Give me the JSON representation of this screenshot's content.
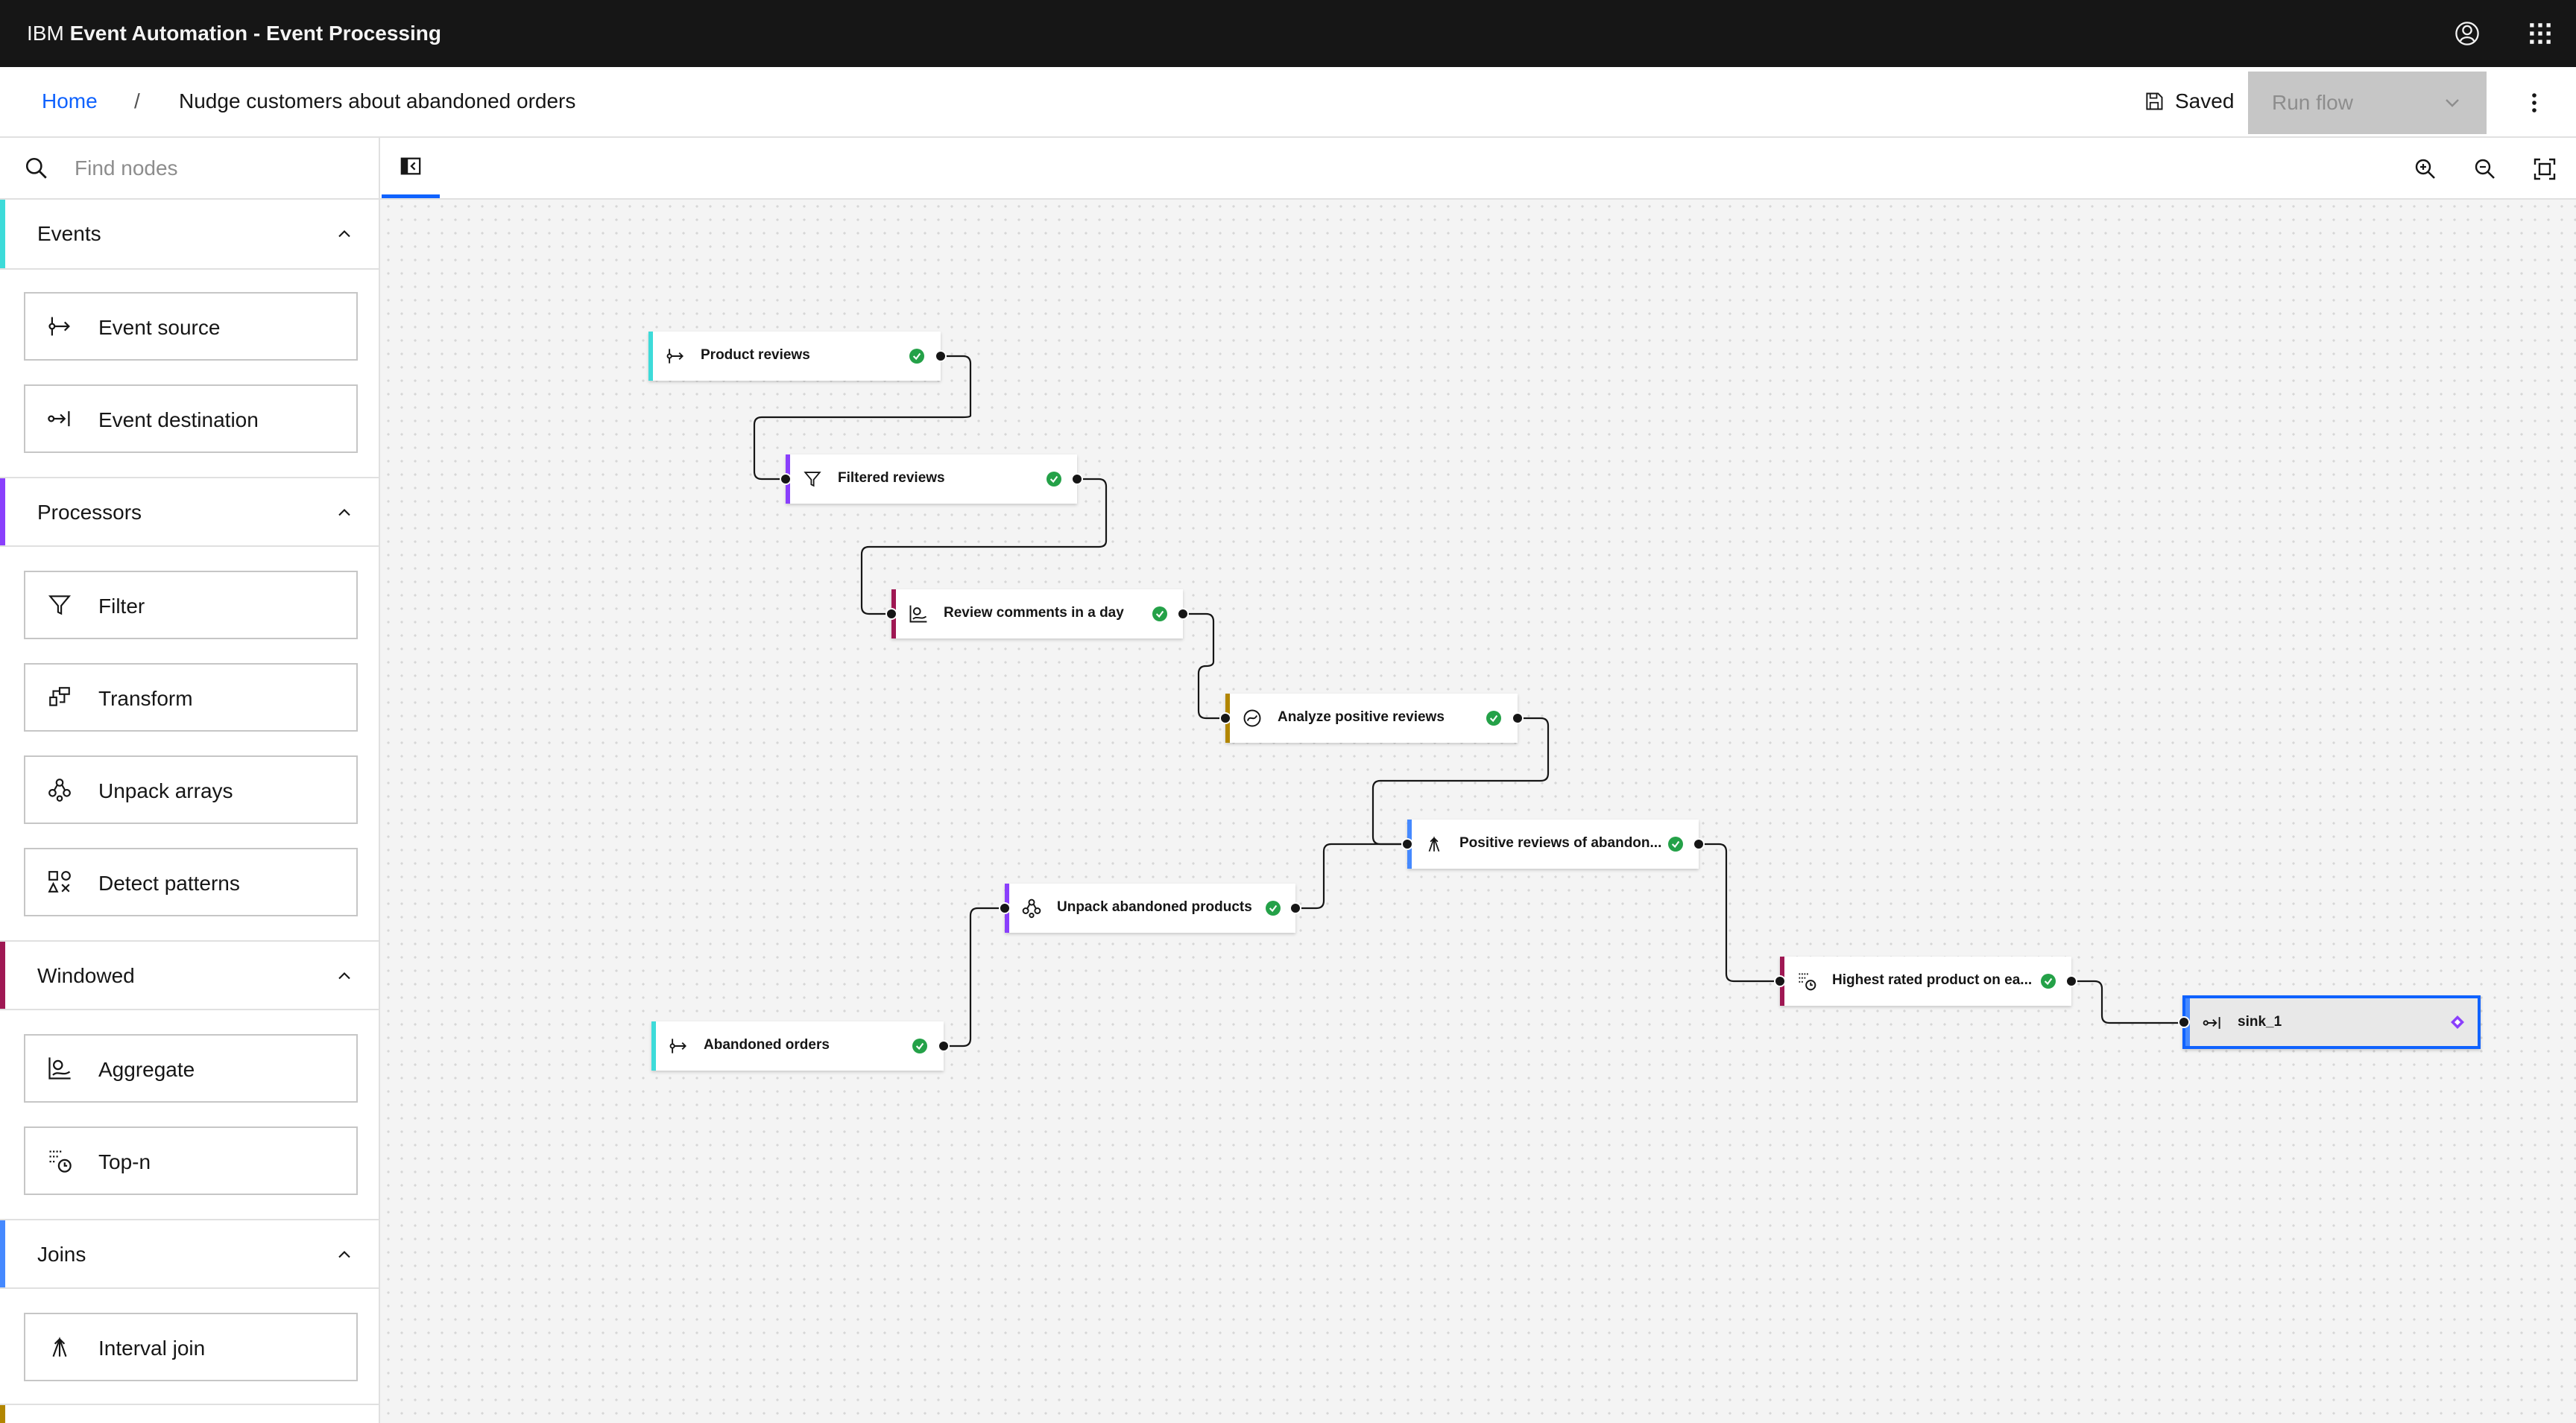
{
  "header": {
    "brand_prefix": "IBM",
    "brand_name": "Event Automation - Event Processing",
    "icons": [
      "user-avatar-icon",
      "app-switcher-icon"
    ]
  },
  "breadcrumb": {
    "home": "Home",
    "separator": "/",
    "current": "Nudge customers about abandoned orders"
  },
  "actions": {
    "saved_label": "Saved",
    "run_flow_label": "Run flow",
    "run_flow_disabled": true
  },
  "toolbar": {
    "search_placeholder": "Find nodes",
    "icons": [
      "search-icon",
      "side-panel-toggle-icon",
      "zoom-in-icon",
      "zoom-out-icon",
      "fit-to-screen-icon"
    ]
  },
  "palette": {
    "sections": [
      {
        "label": "Events",
        "color": "#3ddbd9",
        "items": [
          {
            "label": "Event source",
            "icon": "event-source-icon"
          },
          {
            "label": "Event destination",
            "icon": "event-destination-icon"
          }
        ]
      },
      {
        "label": "Processors",
        "color": "#8a3ffc",
        "items": [
          {
            "label": "Filter",
            "icon": "filter-icon"
          },
          {
            "label": "Transform",
            "icon": "transform-icon"
          },
          {
            "label": "Unpack arrays",
            "icon": "unpack-arrays-icon"
          },
          {
            "label": "Detect patterns",
            "icon": "detect-patterns-icon"
          }
        ]
      },
      {
        "label": "Windowed",
        "color": "#9f1853",
        "items": [
          {
            "label": "Aggregate",
            "icon": "aggregate-icon"
          },
          {
            "label": "Top-n",
            "icon": "top-n-icon"
          }
        ]
      },
      {
        "label": "Joins",
        "color": "#4589ff",
        "items": [
          {
            "label": "Interval join",
            "icon": "interval-join-icon"
          }
        ]
      }
    ]
  },
  "flow": {
    "nodes": [
      {
        "id": "n1",
        "label": "Product reviews",
        "kind": "event-source",
        "color": "#3ddbd9",
        "status": "valid"
      },
      {
        "id": "n2",
        "label": "Filtered reviews",
        "kind": "filter",
        "color": "#8a3ffc",
        "status": "valid"
      },
      {
        "id": "n3",
        "label": "Review comments in a day",
        "kind": "aggregate",
        "color": "#9f1853",
        "status": "valid"
      },
      {
        "id": "n4",
        "label": "Analyze positive reviews",
        "kind": "custom",
        "color": "#b28600",
        "status": "valid"
      },
      {
        "id": "n5",
        "label": "Positive reviews of abandon...",
        "kind": "interval-join",
        "color": "#4589ff",
        "status": "valid"
      },
      {
        "id": "n6",
        "label": "Unpack abandoned products",
        "kind": "unpack-arrays",
        "color": "#8a3ffc",
        "status": "valid"
      },
      {
        "id": "n7",
        "label": "Abandoned orders",
        "kind": "event-source",
        "color": "#3ddbd9",
        "status": "valid"
      },
      {
        "id": "n8",
        "label": "Highest rated product on ea...",
        "kind": "top-n",
        "color": "#9f1853",
        "status": "valid"
      },
      {
        "id": "n9",
        "label": "sink_1",
        "kind": "event-destination",
        "color": "#4589ff",
        "status": "incomplete",
        "selected": true
      }
    ],
    "edges": [
      [
        "n1",
        "n2"
      ],
      [
        "n2",
        "n3"
      ],
      [
        "n3",
        "n4"
      ],
      [
        "n4",
        "n5"
      ],
      [
        "n7",
        "n6"
      ],
      [
        "n6",
        "n5"
      ],
      [
        "n5",
        "n8"
      ],
      [
        "n8",
        "n9"
      ]
    ]
  }
}
